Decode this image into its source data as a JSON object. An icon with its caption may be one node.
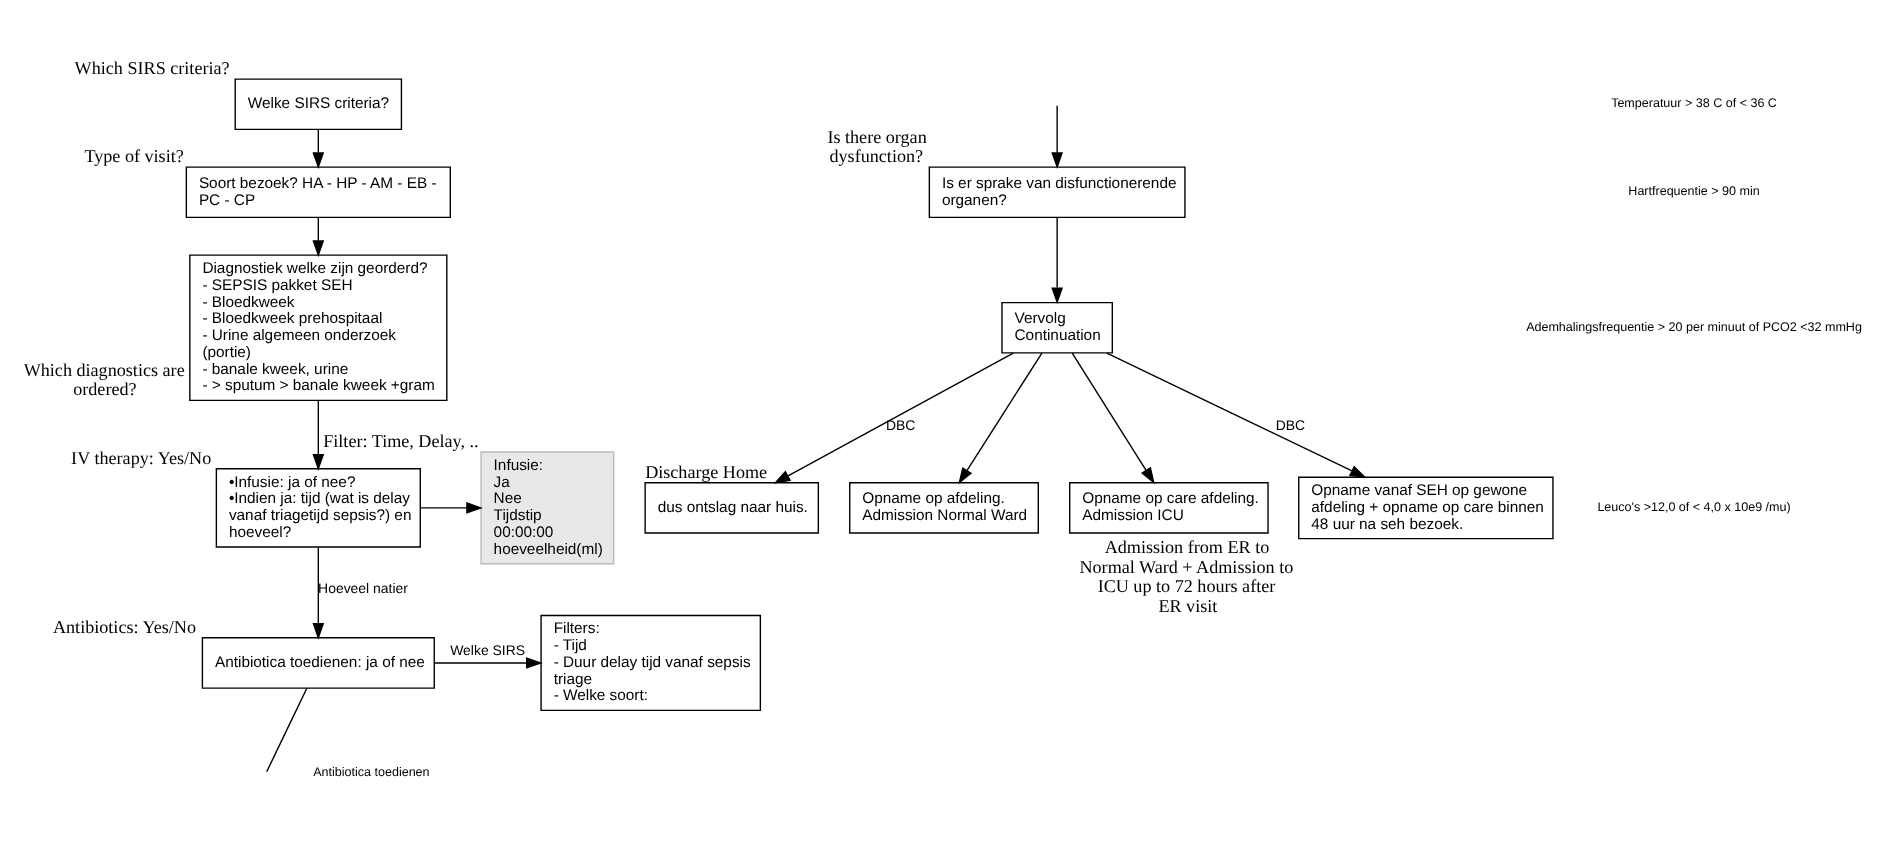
{
  "diagram": {
    "nodes": [
      {
        "text": [
          "Welke SIRS criteria?"
        ],
        "beside": [
          "Which SIRS criteria?"
        ]
      },
      {
        "text": [
          "Soort bezoek? HA - HP - AM - EB - PC - CP"
        ],
        "beside": [
          "Type of visit?"
        ]
      },
      {
        "text": [
          "Diagnostiek welke zijn georderd?",
          "- SEPSIS pakket SEH",
          "- Bloedkweek",
          "- Bloedkweek prehospitaal",
          "- Urine algemeen onderzoek (portie)",
          "- banale kweek, urine",
          "- > sputum > banale kweek +gram"
        ],
        "beside": [
          "Which diagnostics are ordered?"
        ]
      },
      {
        "text": [
          "•Infusie: ja of nee?",
          "•Indien ja: tijd (wat is delay vanaf triagetijd sepsis?) en hoeveel?"
        ],
        "beside": [
          "IV therapy: Yes/No"
        ]
      },
      {
        "text": [
          "Antibiotica toedienen: ja of nee"
        ],
        "beside": [
          "Antibiotics: Yes/No"
        ]
      },
      {
        "text": [
          "Filters:",
          "- Tijd",
          "- Duur delay tijd vanaf sepsis triage",
          "- Welke soort:"
        ]
      },
      {
        "text": [
          "Is er sprake van disfunctionerende organen?"
        ],
        "beside": [
          "Is there organ dysfunction?"
        ]
      },
      {
        "text": [
          "Vervolg",
          "Continuation"
        ]
      },
      {
        "text": [
          "dus ontslag naar huis."
        ],
        "beside": [
          "Discharge Home"
        ]
      },
      {
        "text": [
          "Opname op afdeling.",
          "Admission Normal Ward"
        ]
      },
      {
        "text": [
          "Opname op care afdeling.",
          "Admission ICU"
        ]
      },
      {
        "text": [
          "Opname vanaf SEH op gewone afdeling + opname op care binnen 48 uur na seh bezoek."
        ],
        "beside": [
          "Admission from ER to Normal Ward + Admission to ICU up to 72 hours after ER visit"
        ]
      },
      {
        "text": [
          "Infusie:",
          "Ja",
          "Nee",
          "Tijdstip",
          "00:00:00",
          "hoeveelheid(ml)"
        ],
        "beside": [
          "Filter: Time, Delay, .."
        ]
      }
    ],
    "edges": [
      {
        "from": 0,
        "to": 1,
        "arrow": "to"
      },
      {
        "from": 1,
        "to": 2,
        "arrow": "to"
      },
      {
        "from": 2,
        "to": 3,
        "arrow": "to"
      },
      {
        "from": 3,
        "to": 12,
        "arrow": "to"
      },
      {
        "from": 3,
        "to": 4,
        "arrow": "to",
        "label": "Hoeveel natier"
      },
      {
        "from": 4,
        "to": 5,
        "arrow": "to",
        "label": "Welke SIRS"
      },
      {
        "from": 4,
        "to": null,
        "arrow": "none"
      },
      {
        "from": null,
        "to": 6,
        "arrow": "to"
      },
      {
        "from": 6,
        "to": 7,
        "arrow": "to"
      },
      {
        "from": 7,
        "to": 8,
        "arrow": "to",
        "label": "DBC"
      },
      {
        "from": 7,
        "to": 9,
        "arrow": "to"
      },
      {
        "from": 7,
        "to": 10,
        "arrow": "to"
      },
      {
        "from": 7,
        "to": 11,
        "arrow": "to",
        "label": "DBC"
      }
    ],
    "labels": [
      "Temperatuur > 38 C of < 36 C",
      "Hartfrequentie > 90 min",
      "Ademhalingsfrequentie > 20 per minuut of PCO2 <32 mmHg",
      "Leuco's >12,0 of < 4,0 x 10e9 /mu)",
      "Antibiotica toedienen"
    ]
  }
}
